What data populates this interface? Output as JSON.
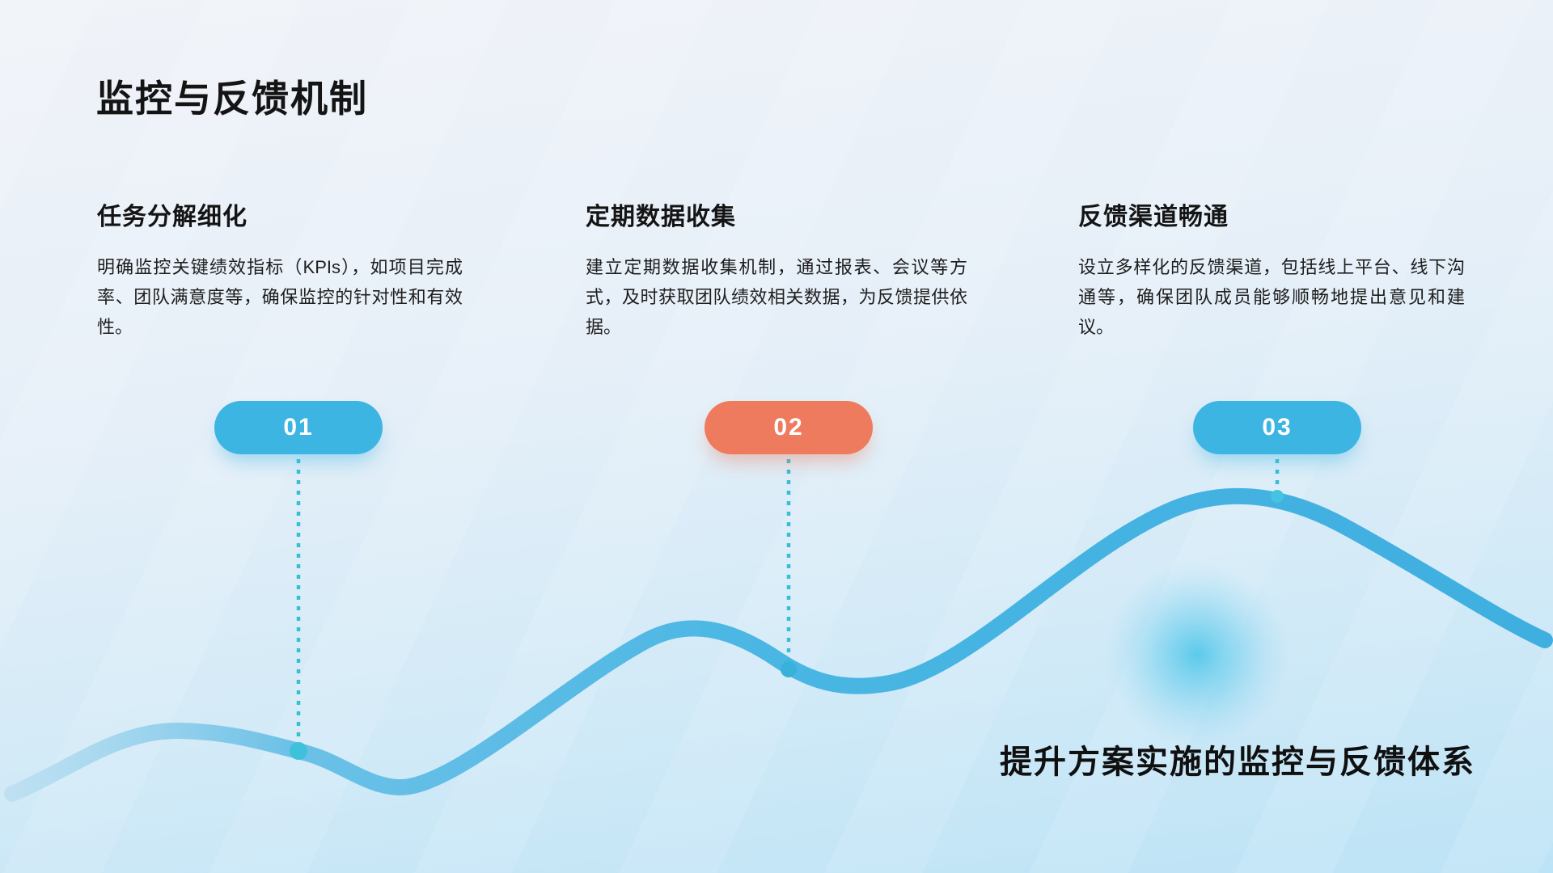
{
  "slide": {
    "title": "监控与反馈机制",
    "tagline": "提升方案实施的监控与反馈体系"
  },
  "steps": [
    {
      "number": "01",
      "heading": "任务分解细化",
      "body": "明确监控关键绩效指标（KPIs），如项目完成率、团队满意度等，确保监控的针对性和有效性。",
      "pill_color": "#3CB5E3"
    },
    {
      "number": "02",
      "heading": "定期数据收集",
      "body": "建立定期数据收集机制，通过报表、会议等方式，及时获取团队绩效相关数据，为反馈提供依据。",
      "pill_color": "#EE7B5E"
    },
    {
      "number": "03",
      "heading": "反馈渠道畅通",
      "body": "设立多样化的反馈渠道，包括线上平台、线下沟通等，确保团队成员能够顺畅地提出意见和建议。",
      "pill_color": "#3CB5E3"
    }
  ],
  "colors": {
    "pill_cyan": "#3CB5E3",
    "pill_orange": "#EE7B5E",
    "curve": "#49B6E3",
    "curve_fade": "#B7DDF0",
    "dotted_connector": "#38BFD2",
    "glow_blob": "#46C4E8",
    "background_top": "#F0F3F8",
    "background_bottom": "#BCE3F6",
    "text": "#141414"
  }
}
